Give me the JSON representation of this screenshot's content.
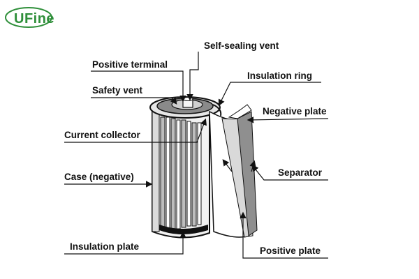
{
  "brand": {
    "name": "UFine",
    "color": "#2f8f3a"
  },
  "labels": {
    "self_sealing_vent": "Self-sealing vent",
    "positive_terminal": "Positive terminal",
    "insulation_ring": "Insulation ring",
    "safety_vent": "Safety vent",
    "negative_plate": "Negative plate",
    "current_collector": "Current collector",
    "case_negative": "Case (negative)",
    "separator": "Separator",
    "insulation_plate": "Insulation plate",
    "positive_plate": "Positive plate"
  }
}
